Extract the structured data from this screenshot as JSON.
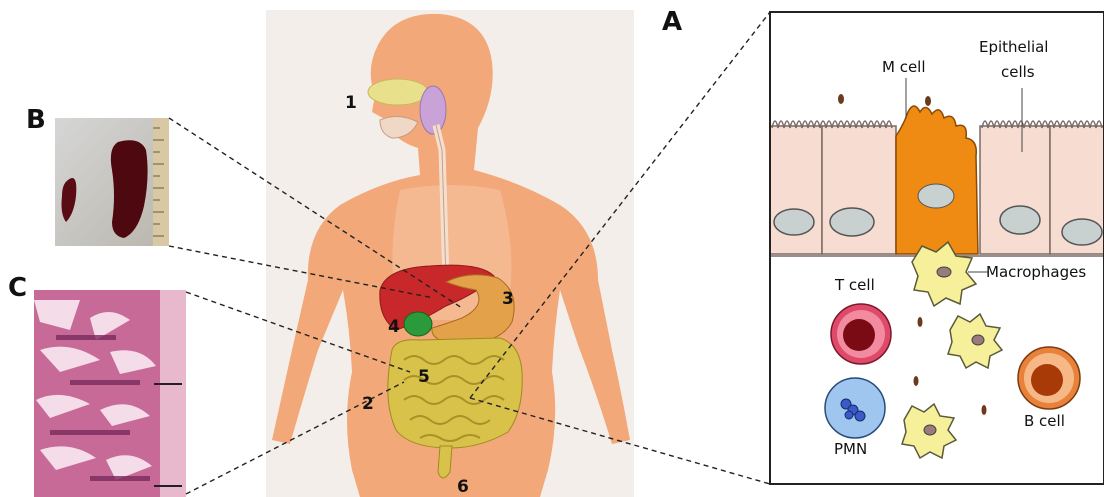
{
  "panels": {
    "a": "A",
    "b": "B",
    "c": "C"
  },
  "organ_numbers": [
    "1",
    "2",
    "3",
    "4",
    "5",
    "6"
  ],
  "cell_labels": {
    "m_cell": "M cell",
    "epithelial_line1": "Epithelial",
    "epithelial_line2": "cells",
    "macrophages": "Macrophages",
    "t_cell": "T cell",
    "pmn": "PMN",
    "b_cell": "B cell"
  },
  "colors": {
    "skin": "#f2a878",
    "skin_light": "#f6c09c",
    "liver": "#c8282a",
    "intestine": "#d8c24a",
    "stomach": "#e3a24a",
    "gallbladder": "#2a9a3a",
    "m_cell": "#ef8a12",
    "epithelium": "#f7dcd2",
    "macrophage": "#f6f09a",
    "t_cell": "#e04a6a",
    "b_cell": "#e8823a",
    "pmn": "#9fc6ee",
    "histology": "#b0507e"
  }
}
